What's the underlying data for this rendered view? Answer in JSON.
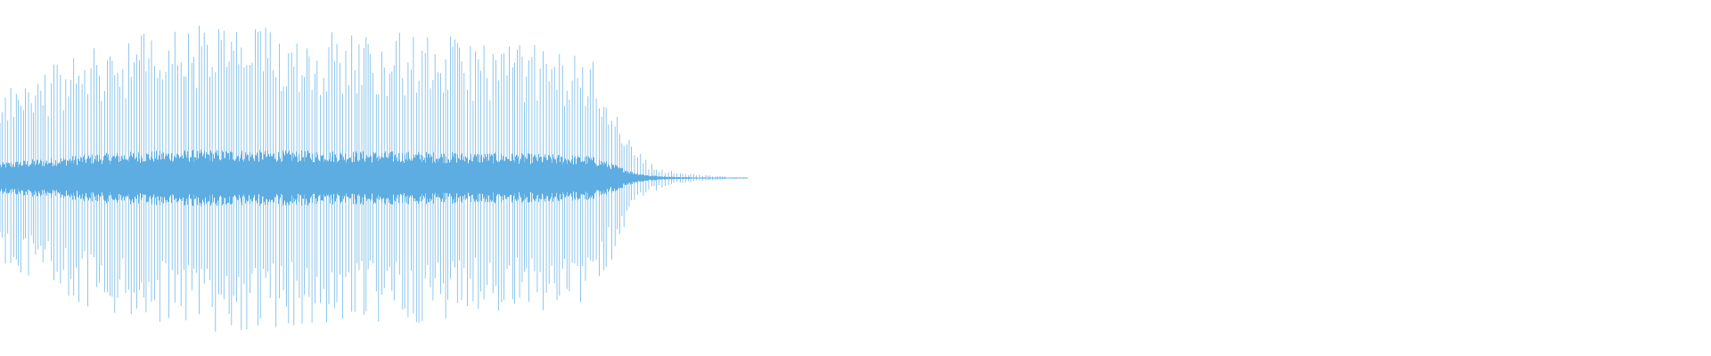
{
  "waveform": {
    "color": "#5dade2",
    "background": "#ffffff",
    "envelope": [
      0.55,
      0.62,
      0.68,
      0.74,
      0.8,
      0.86,
      0.9,
      0.94,
      0.96,
      0.98,
      0.99,
      1.0,
      1.0,
      0.99,
      0.98,
      0.97,
      0.97,
      0.96,
      0.96,
      0.95,
      0.95,
      0.94,
      0.93,
      0.92,
      0.91,
      0.9,
      0.89,
      0.88,
      0.86,
      0.84,
      0.82,
      0.78,
      0.55,
      0.25,
      0.1,
      0.05,
      0.03,
      0.02,
      0.01,
      0.0
    ],
    "sound_fraction": 0.435
  }
}
